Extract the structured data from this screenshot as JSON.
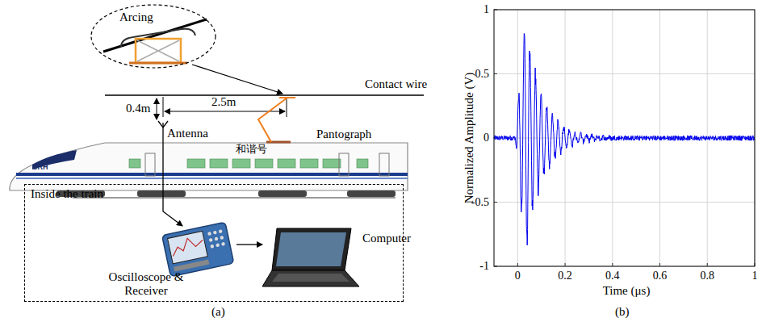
{
  "diagram": {
    "nodes": [
      {
        "text": [
          "Arcing"
        ]
      },
      {
        "text": [
          "Inside the train"
        ]
      },
      {
        "text": [
          "Oscilloscope & Receiver"
        ],
        "in": 1
      },
      {
        "text": [
          "Computer"
        ],
        "in": 1
      }
    ],
    "edges": [
      {
        "from": 2,
        "to": 3,
        "arrow": "to"
      }
    ],
    "labels": [
      "Contact wire",
      "2.5m",
      "0.4m",
      "Antenna",
      "Pantograph",
      "和谐号",
      "CRH",
      "(a)",
      "(b)",
      "Normalized Amplitude (V)",
      "Time (μs)",
      "1",
      "0.5",
      "0",
      "-0.5",
      "-1",
      "0",
      "0.2",
      "0.4",
      "0.6",
      "0.8",
      "1"
    ]
  }
}
